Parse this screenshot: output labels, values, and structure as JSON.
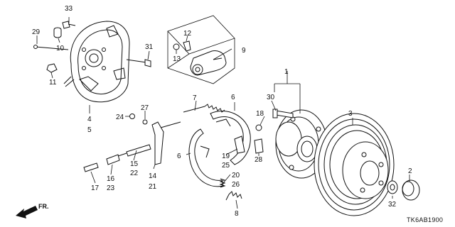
{
  "diagram": {
    "code": "TK6AB1900",
    "direction_label": "FR.",
    "callouts": {
      "p1": "1",
      "p2": "2",
      "p3": "3",
      "p4": "4",
      "p5": "5",
      "p6a": "6",
      "p6b": "6",
      "p7": "7",
      "p8": "8",
      "p9": "9",
      "p10": "10",
      "p11": "11",
      "p12": "12",
      "p13": "13",
      "p14": "14",
      "p15": "15",
      "p16": "16",
      "p17": "17",
      "p18": "18",
      "p19": "19",
      "p20": "20",
      "p21": "21",
      "p22": "22",
      "p23": "23",
      "p24": "24",
      "p25": "25",
      "p26": "26",
      "p27": "27",
      "p28": "28",
      "p29": "29",
      "p30": "30",
      "p31": "31",
      "p32": "32",
      "p33": "33"
    }
  }
}
